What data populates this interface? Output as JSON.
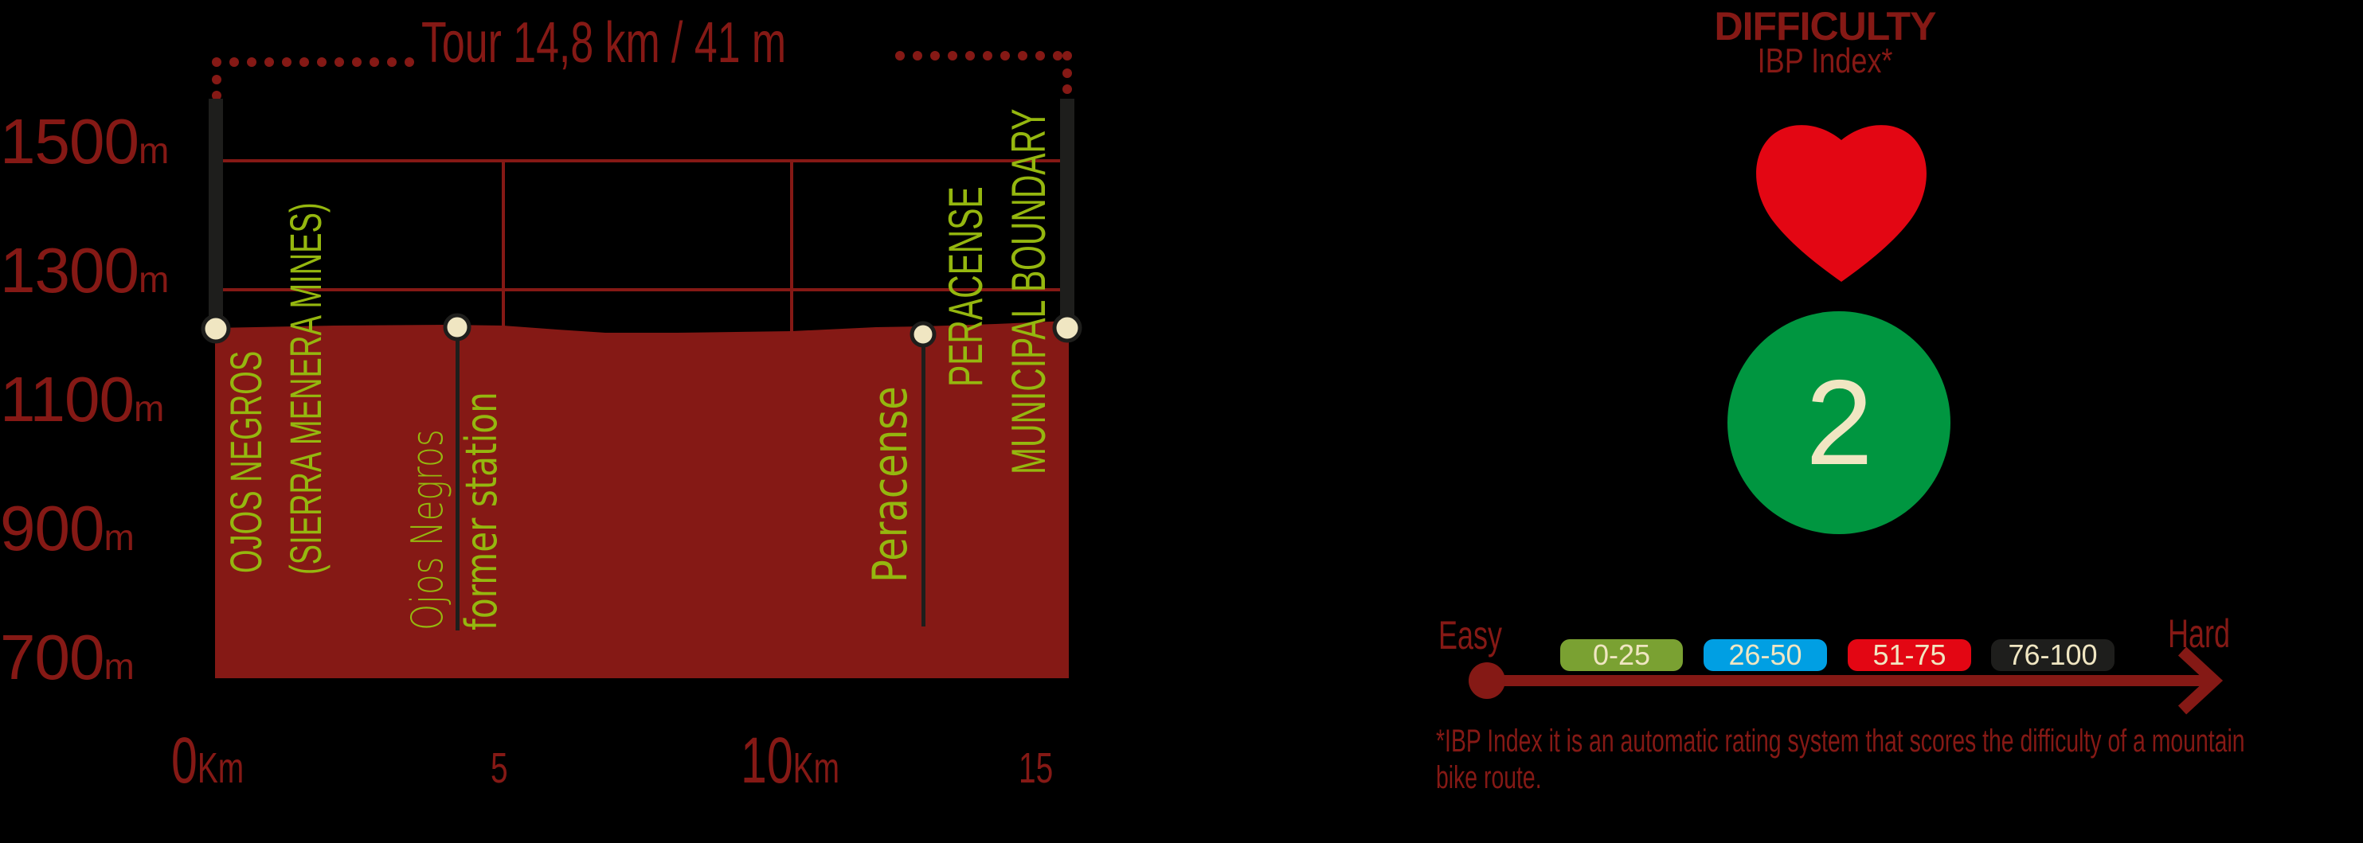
{
  "title": "Tour 14,8 km / 41 m",
  "colors": {
    "terrain": "#851915",
    "axis_text": "#851915",
    "label_green": "#95b70f",
    "heart": "#e30613",
    "level_circle": "#009640",
    "cream": "#f0e6c2",
    "pole": "#1e1e1c"
  },
  "y_axis": {
    "labels": [
      {
        "value": "1500",
        "unit": "m"
      },
      {
        "value": "1300",
        "unit": "m"
      },
      {
        "value": "1100",
        "unit": "m"
      },
      {
        "value": "900",
        "unit": "m"
      },
      {
        "value": "700",
        "unit": "m"
      }
    ]
  },
  "x_axis": {
    "labels": [
      {
        "value": "0",
        "unit": "Km"
      },
      {
        "value": "5",
        "unit": ""
      },
      {
        "value": "10",
        "unit": "Km"
      },
      {
        "value": "15",
        "unit": ""
      }
    ]
  },
  "waypoints": [
    {
      "km": 0,
      "label_primary": "OJOS NEGROS",
      "label_secondary": "(SIERRA MENERA MINES)",
      "style": "major"
    },
    {
      "km": 4.2,
      "label_primary": "Ojos Negros",
      "label_secondary": "former station",
      "style": "minor"
    },
    {
      "km": 12.6,
      "label_primary": "Peracense",
      "label_secondary": "",
      "style": "minor"
    },
    {
      "km": 14.8,
      "label_primary": "PERACENSE",
      "label_secondary": "MUNICIPAL BOUNDARY",
      "style": "major"
    }
  ],
  "chart_data": {
    "type": "area",
    "title": "Tour 14,8 km / 41 m",
    "xlabel": "Km",
    "ylabel": "m",
    "x_ticks": [
      0,
      5,
      10,
      15
    ],
    "y_ticks": [
      700,
      900,
      1100,
      1300,
      1500
    ],
    "xlim": [
      0,
      15
    ],
    "ylim": [
      700,
      1500
    ],
    "grid": true,
    "x": [
      0,
      1,
      2,
      3,
      4,
      4.2,
      5,
      6,
      7,
      8,
      9,
      10,
      11,
      12,
      12.6,
      13,
      14,
      14.8
    ],
    "values": [
      1244,
      1245,
      1246,
      1247,
      1247,
      1246,
      1245,
      1236,
      1233,
      1234,
      1235,
      1237,
      1239,
      1242,
      1234,
      1243,
      1247,
      1254
    ],
    "distance_km": 14.8,
    "elevation_gain_m": 41,
    "annotations": [
      "OJOS NEGROS (SIERRA MENERA MINES)",
      "Ojos Negros former station",
      "Peracense",
      "PERACENSE MUNICIPAL BOUNDARY"
    ]
  },
  "difficulty": {
    "title": "DIFFICULTY",
    "subtitle": "IBP Index*",
    "level": "2",
    "icon": "heart-icon",
    "scale": {
      "start_label": "Easy",
      "end_label": "Hard",
      "ranges": [
        {
          "label": "0-25",
          "color": "#7aa132"
        },
        {
          "label": "26-50",
          "color": "#009fe3"
        },
        {
          "label": "51-75",
          "color": "#e30613"
        },
        {
          "label": "76-100",
          "color": "#1e1e1c"
        }
      ]
    },
    "footnote_line1": "*IBP Index it is an automatic rating system that scores the difficulty of a mountain",
    "footnote_line2": "bike route."
  }
}
